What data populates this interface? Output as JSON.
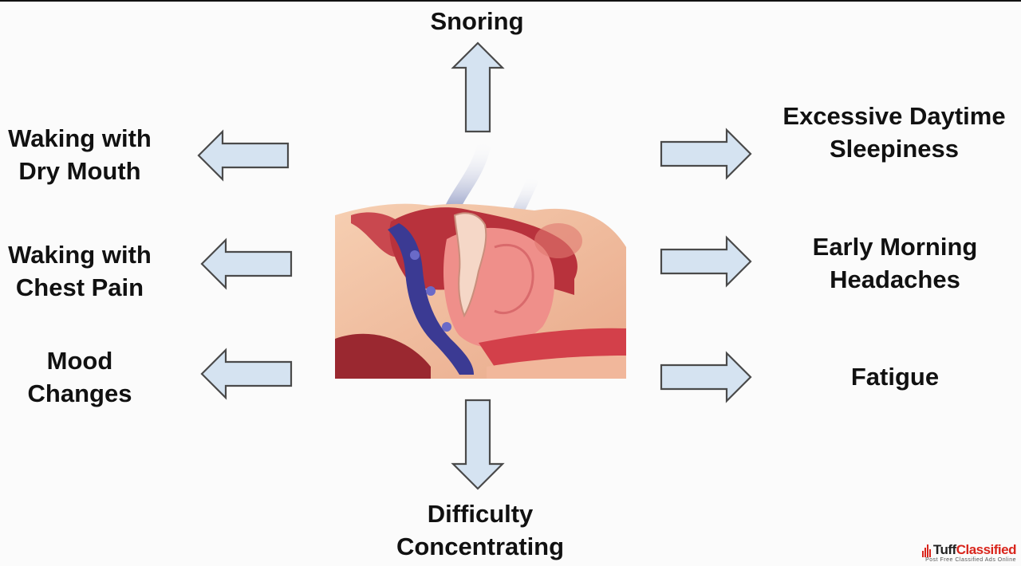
{
  "diagram": {
    "top": "Snoring",
    "bottom": [
      "Difficulty",
      "Concentrating"
    ],
    "left": [
      [
        "Waking with",
        "Dry Mouth"
      ],
      [
        "Waking with",
        "Chest Pain"
      ],
      [
        "Mood",
        "Changes"
      ]
    ],
    "right": [
      [
        "Excessive Daytime",
        "Sleepiness"
      ],
      [
        "Early Morning",
        "Headaches"
      ],
      [
        "Fatigue"
      ]
    ]
  },
  "illustration": {
    "name": "sleep-apnea-airway-illustration"
  },
  "watermark": {
    "brand_a": "Tuff",
    "brand_b": "Classified",
    "tagline": "Post Free Classified Ads Online"
  },
  "colors": {
    "arrow_fill": "#d5e3f1",
    "arrow_stroke": "#4a4a4a",
    "skin": "#f3c4a6",
    "airway": "#3b3a93",
    "tissue": "#d3404a",
    "watermark_red": "#d9251c"
  }
}
